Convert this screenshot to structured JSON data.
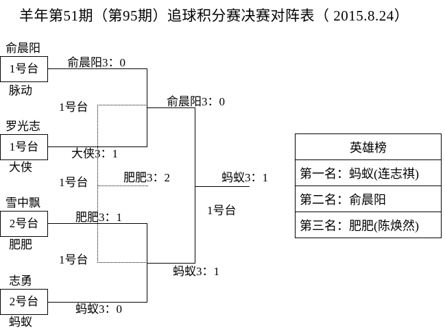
{
  "title": "羊年第51期（第95期）追球积分赛决赛对阵表（ 2015.8.24）",
  "bracket": {
    "matches": [
      {
        "player_top": "俞晨阳",
        "table": "1号台",
        "player_bottom": "脉动",
        "result": "俞晨阳3：0"
      },
      {
        "player_top": "罗光志",
        "table": "1号台",
        "player_bottom": "大侠",
        "result": "大侠3：1"
      },
      {
        "player_top": "雪中飘",
        "table": "2号台",
        "player_bottom": "肥肥",
        "result": "肥肥3：1"
      },
      {
        "player_top": "志勇",
        "table": "2号台",
        "player_bottom": "蚂蚁",
        "result": "蚂蚁3：0"
      }
    ],
    "semifinals": [
      {
        "table": "1号台",
        "result": "俞晨阳3：0"
      },
      {
        "table": "1号台",
        "result": "蚂蚁3：1"
      }
    ],
    "third_place": {
      "table": "1号台",
      "result": "肥肥3：2"
    },
    "final": {
      "table": "1号台",
      "result": "蚂蚁3：1"
    }
  },
  "hero_board": {
    "header": "英雄榜",
    "rows": [
      "第一名：蚂蚁(连志祺)",
      "第二名：俞晨阳",
      "第三名：肥肥(陈焕然)"
    ]
  },
  "colors": {
    "line": "#000000",
    "background": "#ffffff",
    "text": "#000000"
  }
}
